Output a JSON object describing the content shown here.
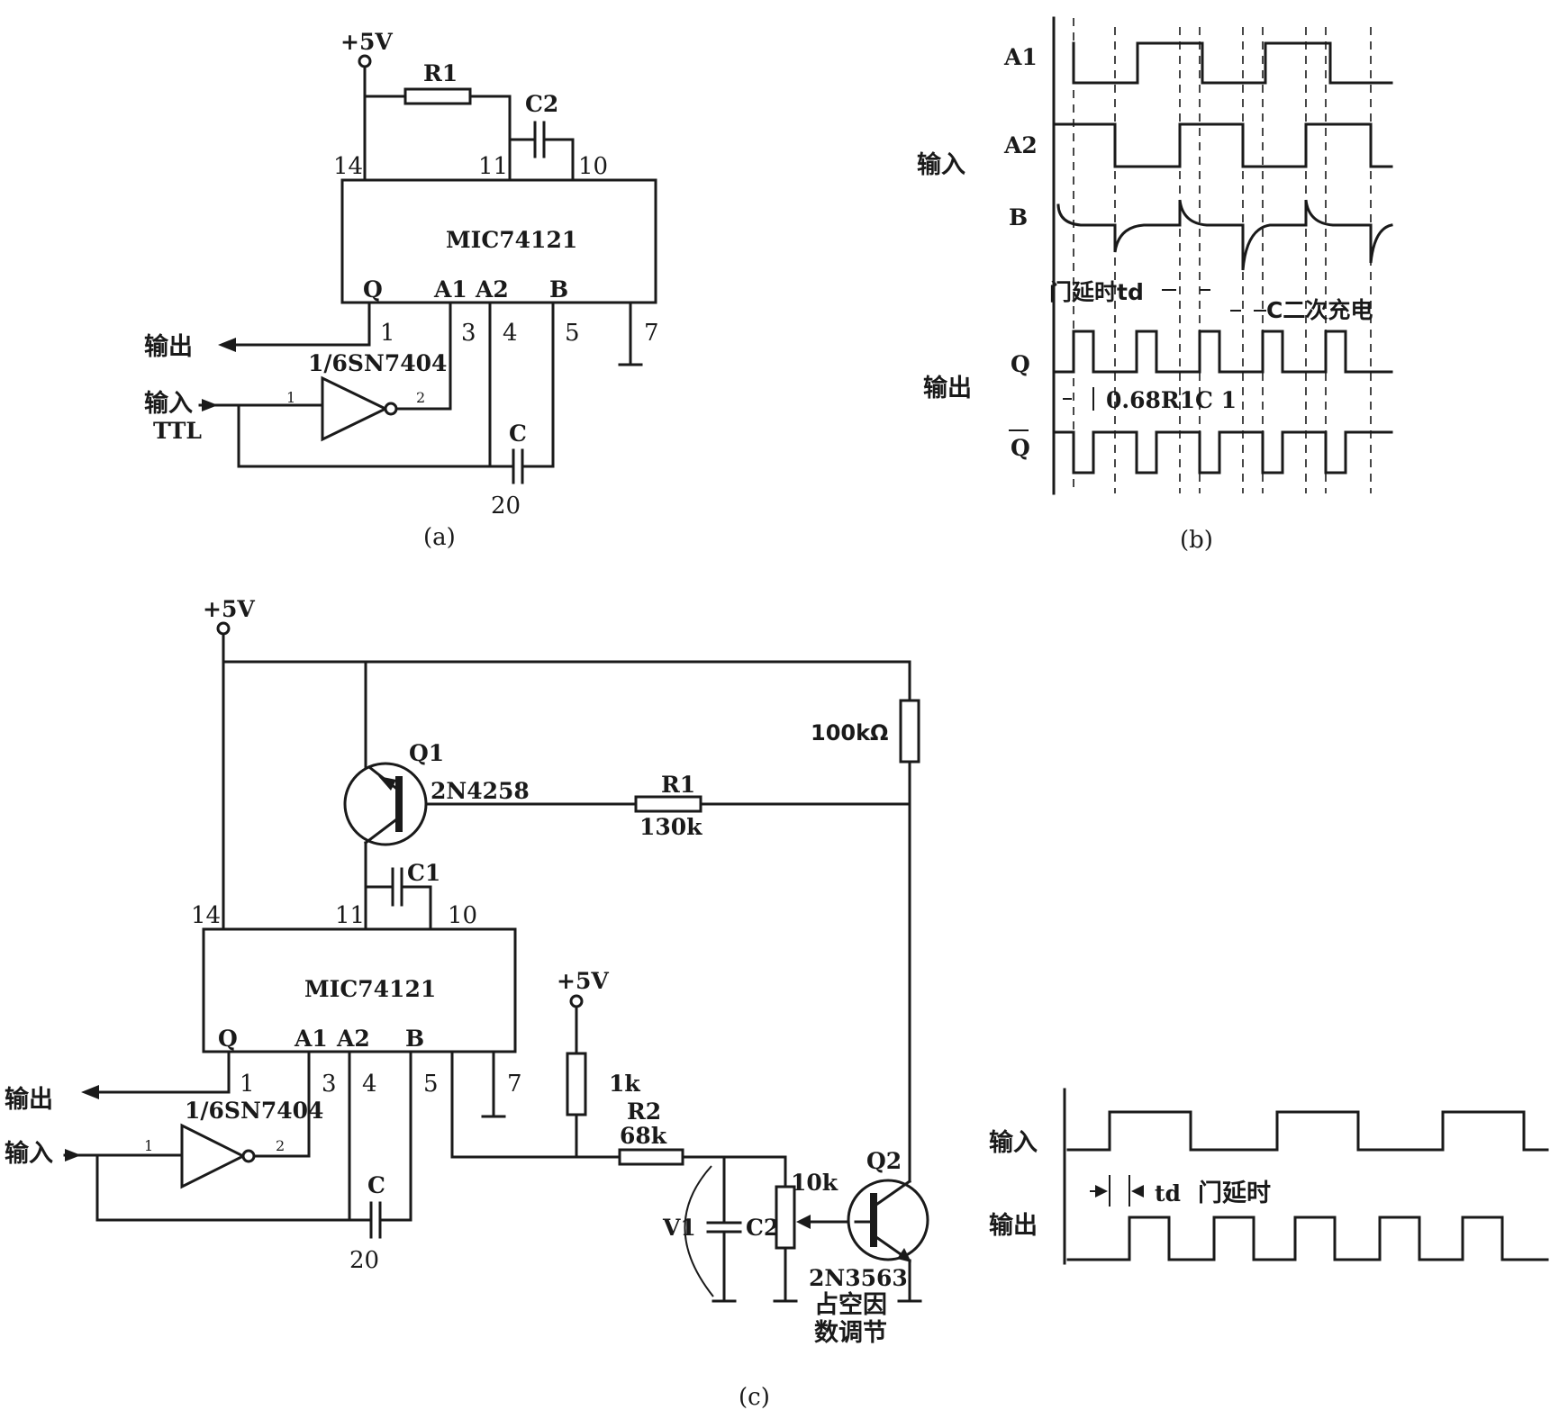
{
  "diagram_a": {
    "supply": "+5V",
    "chip": "MIC74121",
    "r1": "R1",
    "c2": "C2",
    "c": "C",
    "c_value": "20",
    "pin14": "14",
    "pin11": "11",
    "pin10": "10",
    "pin_q": "Q",
    "pin_a1": "A1",
    "pin_a2": "A2",
    "pin_b": "B",
    "pin1": "1",
    "pin3": "3",
    "pin4": "4",
    "pin5": "5",
    "pin7": "7",
    "output": "输出",
    "input": "输入",
    "ttl": "TTL",
    "inverter": "1/6SN7404",
    "inv_in": "1",
    "inv_out": "2",
    "caption": "(a)"
  },
  "diagram_b": {
    "sig_a1": "A1",
    "sig_a2": "A2",
    "sig_b": "B",
    "sig_q": "Q",
    "sig_qbar": "Q",
    "input_label": "输入",
    "output_label": "输出",
    "gate_delay": "门延时td",
    "recharge": "C二次充电",
    "pulse_width": "0.68R1C 1",
    "caption": "(b)"
  },
  "diagram_c": {
    "supply_top": "+5V",
    "supply_mid": "+5V",
    "chip": "MIC74121",
    "q1": "Q1",
    "q1_type": "2N4258",
    "r1": "R1",
    "r1_value": "130k",
    "r_100k": "100kΩ",
    "c1": "C1",
    "pin14": "14",
    "pin11": "11",
    "pin10": "10",
    "pin_q": "Q",
    "pin_a1": "A1",
    "pin_a2": "A2",
    "pin_b": "B",
    "pin1": "1",
    "pin3": "3",
    "pin4": "4",
    "pin5": "5",
    "pin7": "7",
    "output": "输出",
    "input": "输入",
    "inverter": "1/6SN7404",
    "inv_in": "1",
    "inv_out": "2",
    "c": "C",
    "c_value": "20",
    "r_1k": "1k",
    "r2": "R2",
    "r2_value": "68k",
    "v1": "V1",
    "c2": "C2",
    "pot": "10k",
    "q2": "Q2",
    "q2_type": "2N3563",
    "duty_note_1": "占空因",
    "duty_note_2": "数调节",
    "wave_input": "输入",
    "wave_output": "输出",
    "wave_td": "td",
    "wave_gate": "门延时",
    "caption": "(c)"
  }
}
